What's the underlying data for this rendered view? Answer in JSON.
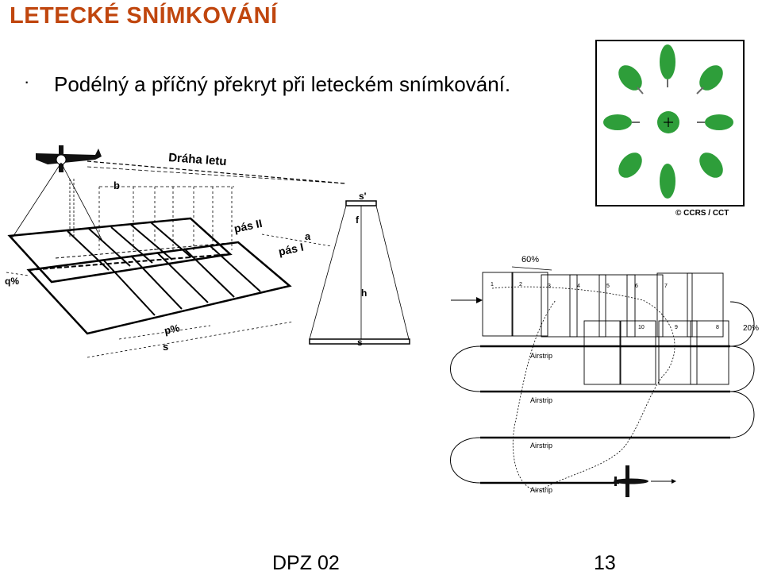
{
  "slide": {
    "title": "LETECKÉ SNÍMKOVÁNÍ",
    "bullet_marker": "·",
    "bullet_text": "Podélný a příčný překryt při leteckém snímkování.",
    "footer_left": "DPZ 02",
    "footer_right": "13"
  },
  "overlap_diagram": {
    "flight_path_label": "Dráha letu",
    "label_b": "b",
    "label_strip2": "pás II",
    "label_strip1": "pás I",
    "label_a": "a",
    "label_q": "q%",
    "label_p": "p%",
    "label_s": "s",
    "label_s_prime": "s'",
    "label_f": "f",
    "label_h": "h",
    "label_s_ground": "s"
  },
  "tree_image": {
    "credit": "© CCRS / CCT",
    "colors": {
      "tree_green": "#2e9e3a",
      "trunk": "#6b6b6b"
    }
  },
  "flight_plan_diagram": {
    "overlap_60": "60%",
    "overlap_20": "20%",
    "frames_top": [
      "1",
      "2",
      "3",
      "4",
      "5",
      "6",
      "7"
    ],
    "frames_bottom": [
      "10",
      "9",
      "8"
    ],
    "airstrip_labels": [
      "Airstrip",
      "Airstrip",
      "Airstrip",
      "Airstrip"
    ]
  }
}
